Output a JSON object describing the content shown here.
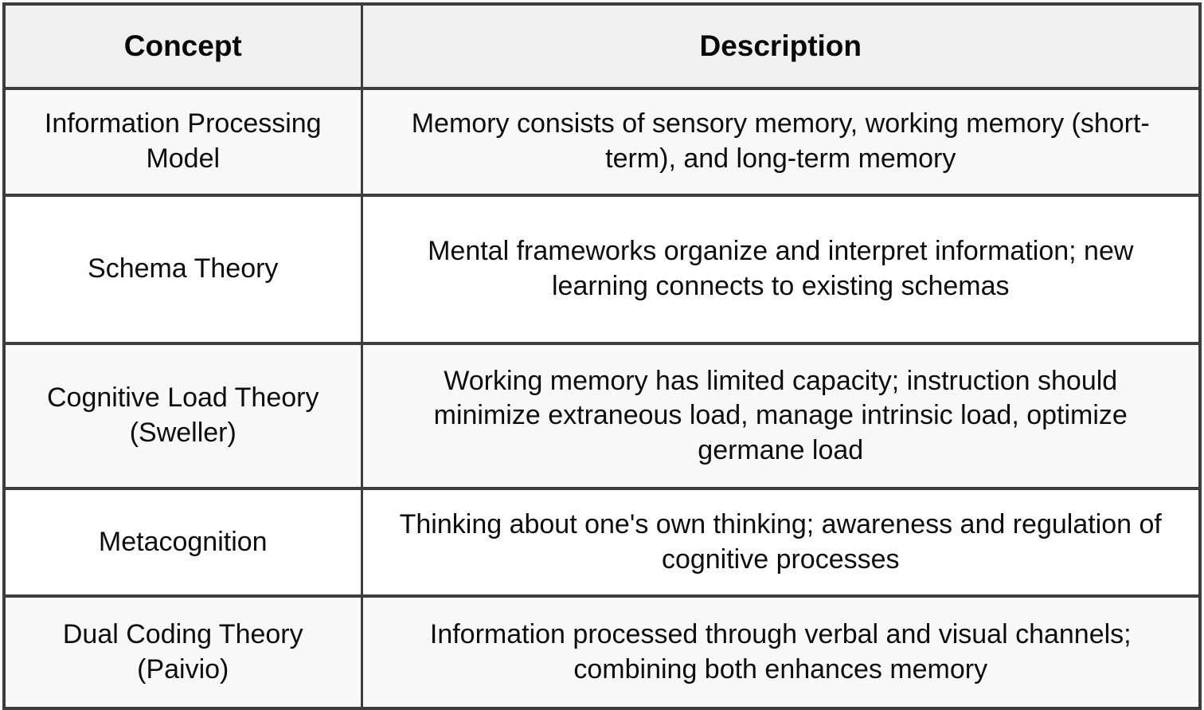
{
  "table": {
    "columns": [
      {
        "key": "concept",
        "label": "Concept"
      },
      {
        "key": "description",
        "label": "Description"
      }
    ],
    "header_background": "#f0f0f0",
    "border_color": "#3d3d3d",
    "alt_row_background": "#f8f8f8",
    "row_background": "#ffffff",
    "rows": [
      {
        "concept": "Information Processing Model",
        "description": "Memory consists of sensory memory, working memory (short-term), and long-term memory"
      },
      {
        "concept": "Schema Theory",
        "description": "Mental frameworks organize and interpret information; new learning connects to existing schemas"
      },
      {
        "concept": "Cognitive Load Theory (Sweller)",
        "description": "Working memory has limited capacity; instruction should minimize extraneous load, manage intrinsic load, optimize germane load"
      },
      {
        "concept": "Metacognition",
        "description": "Thinking about one's own thinking; awareness and regulation of cognitive processes"
      },
      {
        "concept": "Dual Coding Theory (Paivio)",
        "description": "Information processed through verbal and visual channels; combining both enhances memory"
      }
    ]
  }
}
